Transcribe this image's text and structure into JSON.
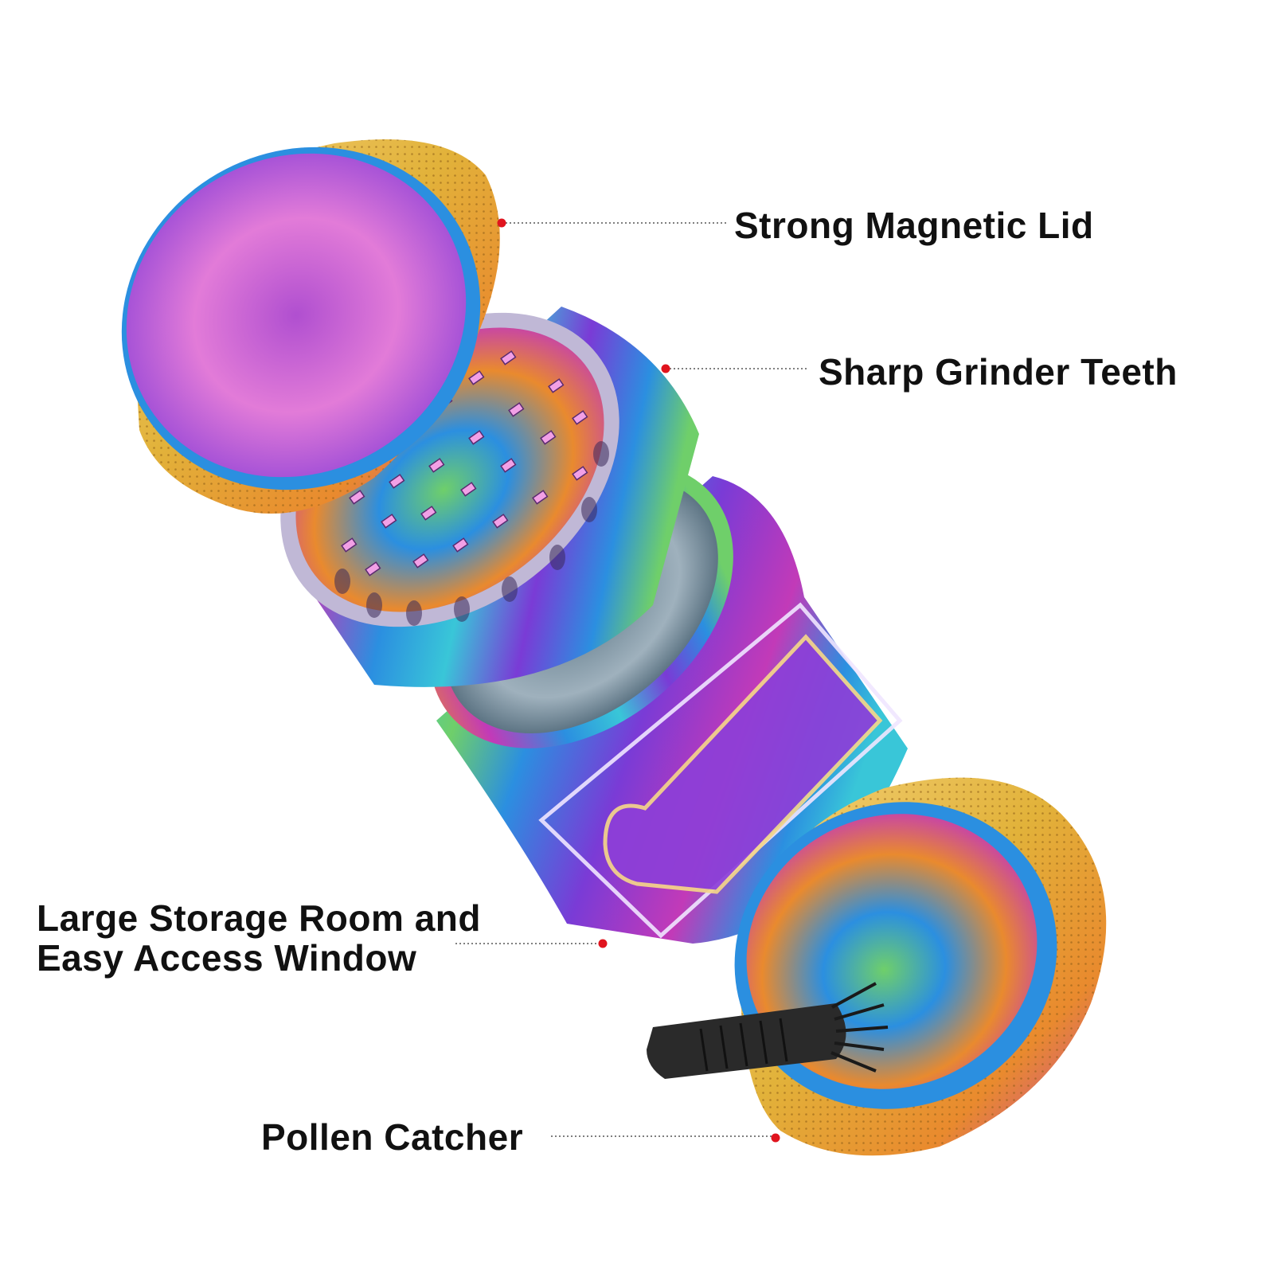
{
  "palette": {
    "pink": "#f07ad8",
    "magenta": "#c23ab8",
    "purple": "#7a3bd6",
    "blue": "#2b8fe0",
    "cyan": "#39c6d8",
    "green": "#6fcf6a",
    "gold": "#e2b23a",
    "orange": "#e98a2e",
    "dot": "#e0141e",
    "leader": "#555555",
    "brush": "#2a2a2a"
  },
  "callouts": {
    "lid": "Strong Magnetic Lid",
    "teeth": "Sharp Grinder Teeth",
    "storage": {
      "line1": "Large Storage Room and",
      "line2": "Easy Access Window"
    },
    "pollen": "Pollen Catcher"
  },
  "parts": [
    {
      "id": "lid",
      "name": "magnetic-lid"
    },
    {
      "id": "grinder",
      "name": "grinder-chamber"
    },
    {
      "id": "storage",
      "name": "storage-chamber"
    },
    {
      "id": "catcher",
      "name": "pollen-catcher"
    },
    {
      "id": "brush",
      "name": "cleaning-brush"
    }
  ]
}
